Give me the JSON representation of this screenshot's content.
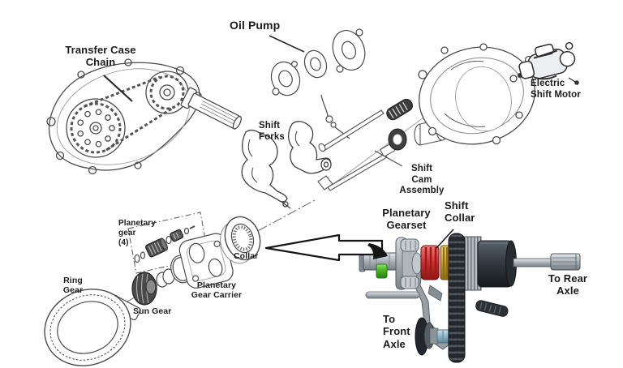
{
  "figure": {
    "description": "Exploded-view technical diagram of a 4WD transfer case with line-art components and a colored 3D cutaway of the output gear train",
    "background": "#ffffff"
  },
  "labels": {
    "transfer_case_chain": "Transfer Case\nChain",
    "oil_pump": "Oil Pump",
    "shift_forks": "Shift\nForks",
    "shift_cam_assembly": "Shift\nCam\nAssembly",
    "electric_shift_motor": "Electric\nShift Motor",
    "planetary_gear_4": "Planetary\ngear\n(4)",
    "collar": "Collar",
    "ring_gear": "Ring\nGear",
    "sun_gear": "Sun Gear",
    "planetary_gear_carrier": "Planetary\nGear Carrier",
    "planetary_gearset": "Planetary\nGearset",
    "shift_collar": "Shift\nCollar",
    "to_rear_axle": "To Rear\nAxle",
    "to_front_axle": "To\nFront\nAxle"
  },
  "components": [
    "transfer-case-front-housing-drawing",
    "drive-chain-and-sprockets",
    "splined-input-shaft",
    "oil-pump-plates",
    "oil-pickup-tube",
    "shift-forks-drawing",
    "shift-rails",
    "detent-spring",
    "shift-cam-drawing",
    "rear-housing-drawing",
    "electric-shift-motor-drawing",
    "planetary-pinion-gears",
    "sun-gear-drawing",
    "o-ring",
    "planetary-carrier-drawing",
    "collar-drawing",
    "ring-gear-drawing",
    "axis-centerline",
    "pointer-arrow",
    "planetary-gearset-3d",
    "shift-collar-3d",
    "shift-fork-3d",
    "drive-chain-3d",
    "drive-gear-3d",
    "output-drum-3d",
    "rear-output-shaft-3d",
    "front-output-shaft-3d",
    "green-position-clip"
  ],
  "colors": {
    "background": "#ffffff",
    "line_art": "#4a4a4a",
    "label_text": "#1c1c1c",
    "shift_collar_red": "#cc2f2f",
    "gear_gold": "#c49a2e",
    "clip_green": "#45b01e",
    "front_shaft_blue": "#8fb3c7",
    "dark_drum": "#343b42",
    "metal_gray": "#aab1b7"
  }
}
